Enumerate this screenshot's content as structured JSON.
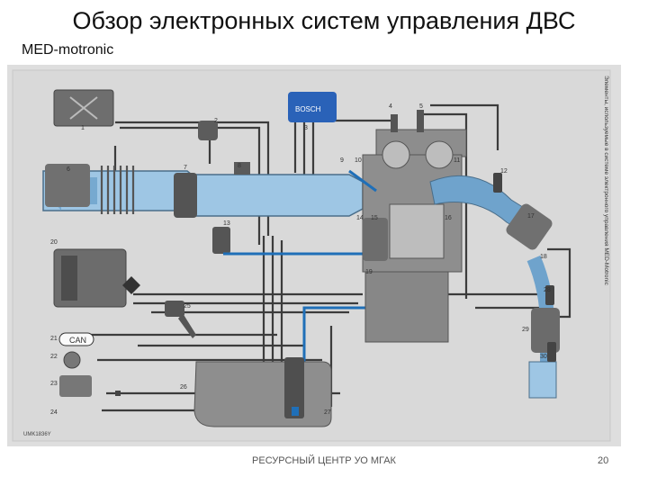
{
  "slide": {
    "title": "Обзор электронных систем управления ДВС",
    "subtitle": "MED-motronic",
    "footer": "РЕСУРСНЫЙ ЦЕНТР УО МГАК",
    "page_number": "20"
  },
  "diagram": {
    "side_caption": "Элементы, используемые в системе электронного управления MED-Motronic",
    "image_code": "UMK1836Y",
    "brand_label": "BOSCH",
    "can_label": "CAN",
    "component_numbers": [
      "1",
      "2",
      "3",
      "4",
      "5",
      "6",
      "7",
      "8",
      "9",
      "10",
      "11",
      "12",
      "13",
      "14",
      "15",
      "16",
      "17",
      "18",
      "19",
      "20",
      "21",
      "22",
      "23",
      "24",
      "25",
      "26",
      "27",
      "28",
      "29",
      "30"
    ]
  },
  "colors": {
    "background": "#dedede",
    "wire": "#3c3c3c",
    "intake_air": "#9ec6e4",
    "fuel_line": "#1f6fb8",
    "component": "#555555"
  }
}
